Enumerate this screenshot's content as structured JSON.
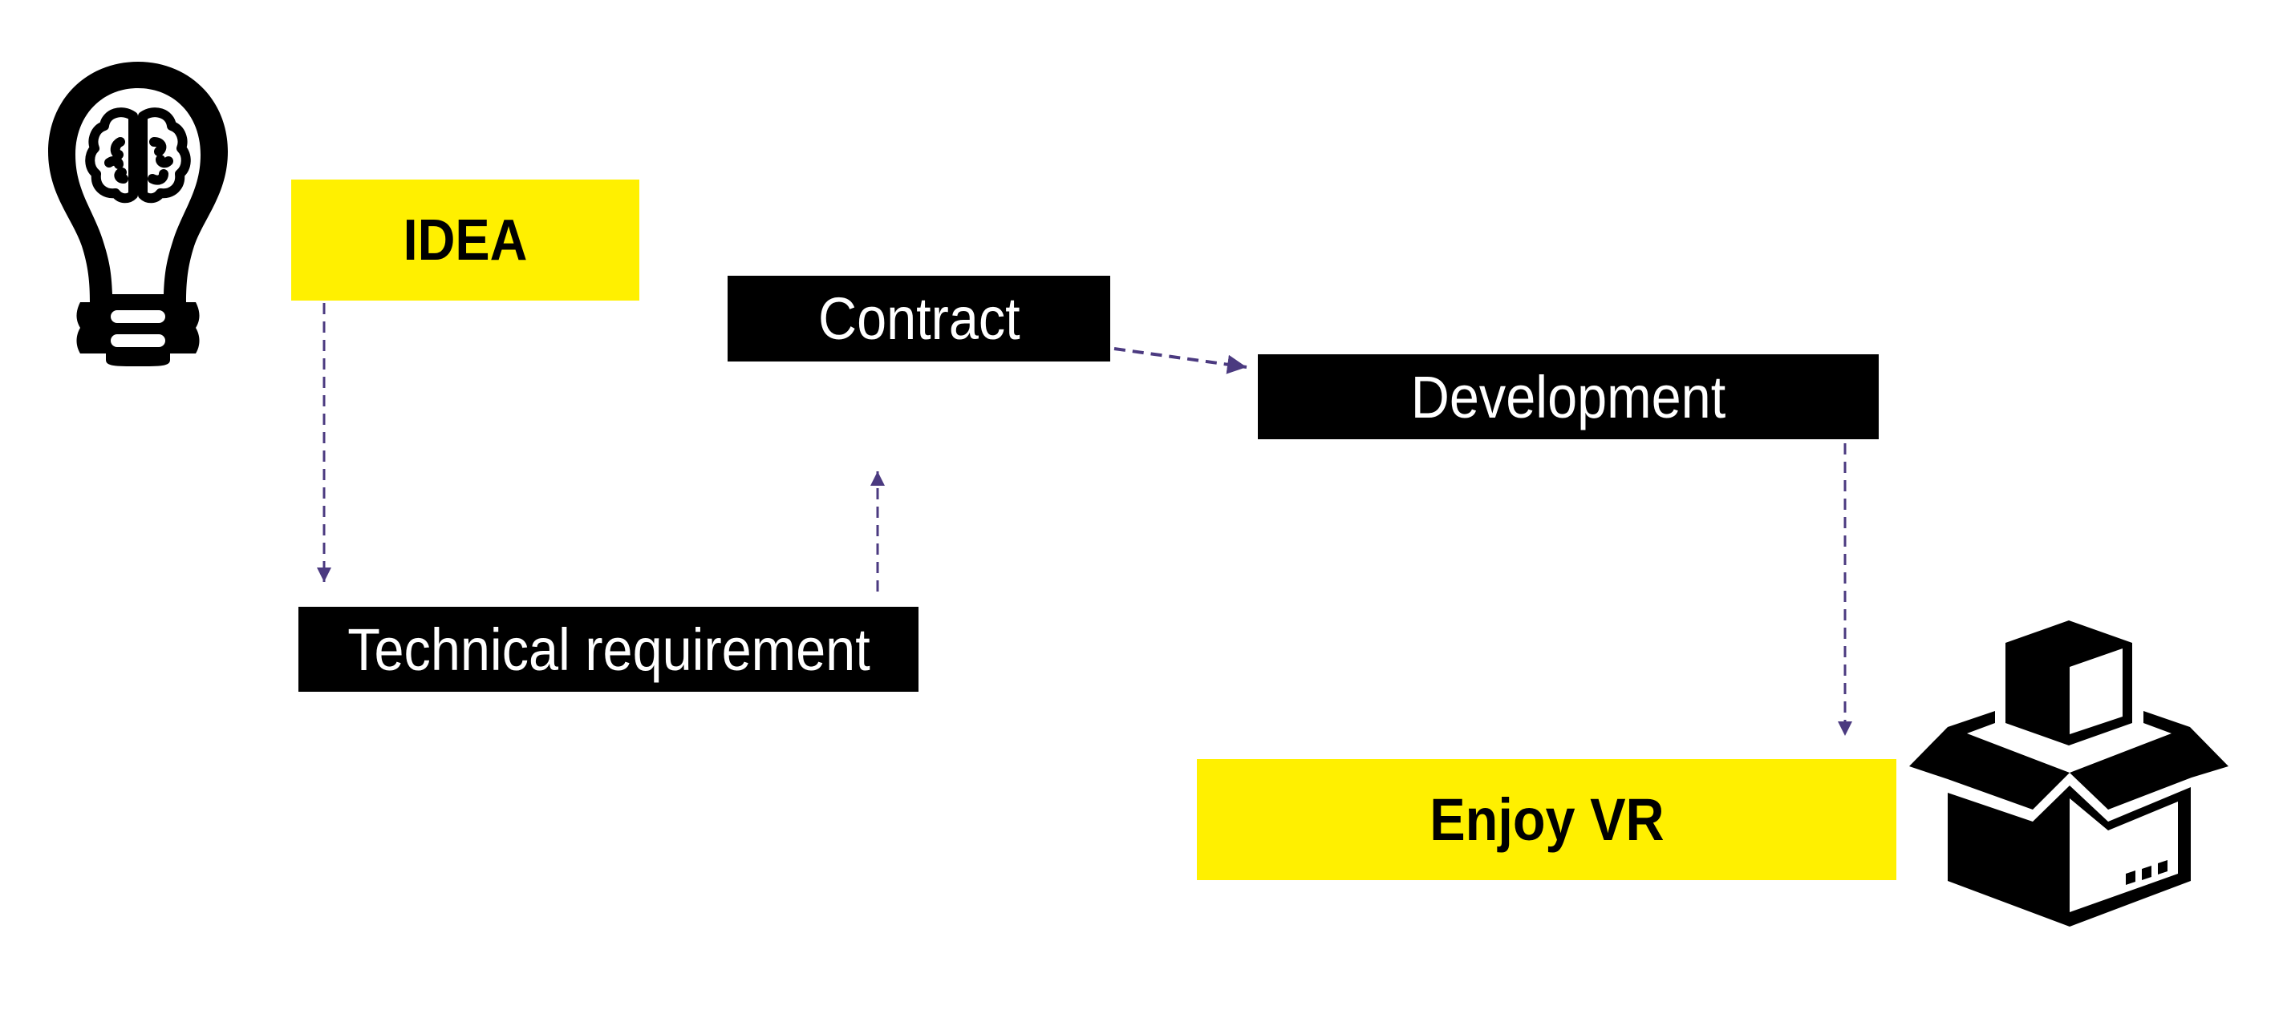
{
  "diagram": {
    "type": "flowchart",
    "accent_colors": {
      "highlight": "#FFF000",
      "step": "#000000",
      "arrow": "#4B3A80"
    },
    "nodes": {
      "idea": {
        "label": "IDEA",
        "style": "highlight"
      },
      "technical_requirement": {
        "label": "Technical requirement",
        "style": "step"
      },
      "contract": {
        "label": "Contract",
        "style": "step"
      },
      "development": {
        "label": "Development",
        "style": "step"
      },
      "enjoy_vr": {
        "label": "Enjoy VR",
        "style": "highlight"
      }
    },
    "edges": [
      {
        "from": "idea",
        "to": "technical_requirement",
        "style": "dashed"
      },
      {
        "from": "technical_requirement",
        "to": "contract",
        "style": "dashed"
      },
      {
        "from": "contract",
        "to": "development",
        "style": "dashed"
      },
      {
        "from": "development",
        "to": "enjoy_vr",
        "style": "dashed"
      }
    ],
    "icons": {
      "start": "lightbulb-brain-icon",
      "end": "open-box-package-icon"
    }
  }
}
